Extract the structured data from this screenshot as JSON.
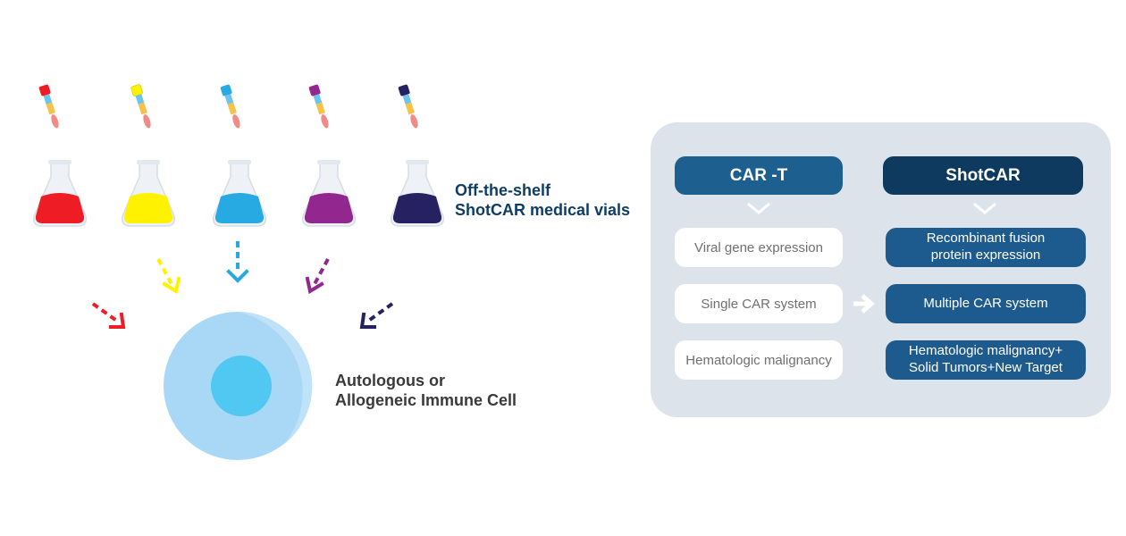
{
  "vials_label": {
    "line1": "Off-the-shelf",
    "line2": "ShotCAR medical vials"
  },
  "cell_label": {
    "line1": "Autologous or",
    "line2": "Allogeneic Immune Cell"
  },
  "flask_colors": [
    "#ee1c25",
    "#fff200",
    "#27aae1",
    "#92278f",
    "#262262"
  ],
  "cell_colors": {
    "outer": "#a9d8f6",
    "nucleus": "#50c8f2"
  },
  "comparison": {
    "car_t": {
      "title": "CAR -T",
      "rows": [
        "Viral gene expression",
        "Single CAR system",
        "Hematologic malignancy"
      ]
    },
    "shotcar": {
      "title": "ShotCAR",
      "rows": [
        [
          "Recombinant fusion",
          "protein expression"
        ],
        [
          "Multiple CAR system"
        ],
        [
          "Hematologic malignancy+",
          "Solid Tumors+New Target"
        ]
      ]
    }
  }
}
